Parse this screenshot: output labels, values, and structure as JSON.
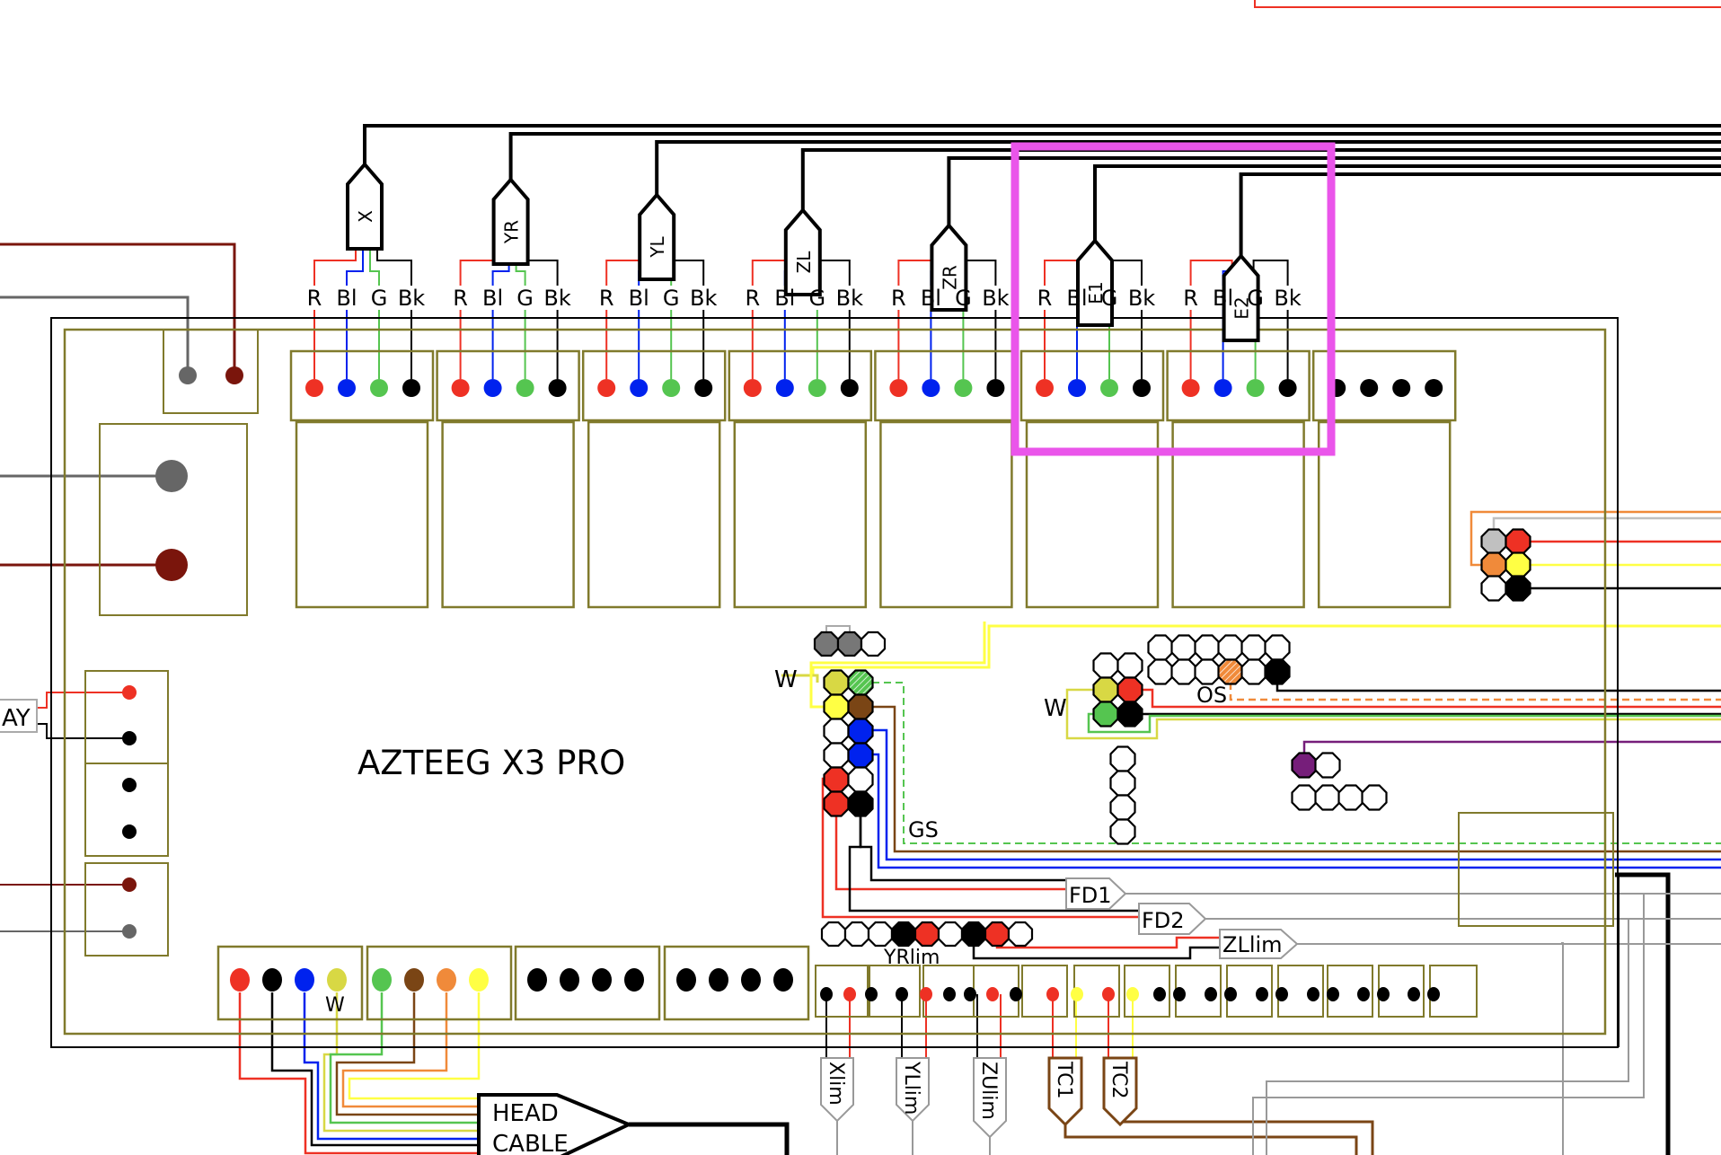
{
  "board": {
    "title": "AZTEEG X3 PRO",
    "colors": {
      "outline": "#000000",
      "pcb": "#807a2c",
      "highlight": "#ea55ea"
    }
  },
  "wire_colors": {
    "red": "#ee3124",
    "blue": "#0022ee",
    "green": "#55c550",
    "black": "#000000",
    "dark_red": "#7a150c",
    "gray": "#666666",
    "light_gray": "#aaaaaa",
    "yellow": "#ffff44",
    "olive_yellow": "#d8d844",
    "brown": "#7a4515",
    "orange": "#f08a3a",
    "purple": "#761e7a",
    "silver": "#c0c0c0"
  },
  "motor_pin_labels": [
    "R",
    "Bl",
    "G",
    "Bk"
  ],
  "steppers": [
    {
      "id": "X",
      "label": "X"
    },
    {
      "id": "YR",
      "label": "YR"
    },
    {
      "id": "YL",
      "label": "YL"
    },
    {
      "id": "ZL",
      "label": "ZL"
    },
    {
      "id": "ZR",
      "label": "ZR"
    },
    {
      "id": "E1",
      "label": "E1"
    },
    {
      "id": "E2",
      "label": "E2"
    }
  ],
  "highlighted_steppers": [
    "E1",
    "E2"
  ],
  "left_side": {
    "relay_label": "AY"
  },
  "head_connector": {
    "pin_colors": [
      "red",
      "black",
      "blue",
      "olive_yellow",
      "green",
      "brown",
      "orange",
      "yellow"
    ],
    "w_label": "W",
    "cable_label_line1": "HEAD",
    "cable_label_line2": "CABLE"
  },
  "header_labels": {
    "w_left": "W",
    "w_right": "W",
    "gs": "GS",
    "os": "OS",
    "yrlim": "YRlim"
  },
  "tags": {
    "fd1": "FD1",
    "fd2": "FD2",
    "zllim": "ZLlim",
    "xlim": "Xlim",
    "ylim": "YLlim",
    "zulim": "ZUlim",
    "tc1": "TC1",
    "tc2": "TC2"
  }
}
